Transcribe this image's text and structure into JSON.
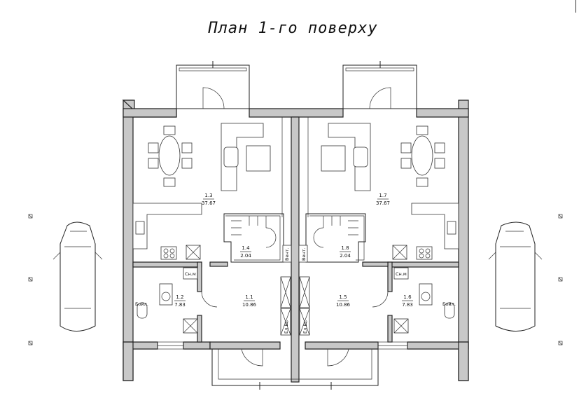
{
  "title": "План 1-го поверху",
  "rooms": {
    "r11": {
      "num": "1.1",
      "area": "10.86"
    },
    "r12": {
      "num": "1.2",
      "area": "7.83"
    },
    "r13": {
      "num": "1.3",
      "area": "37.67"
    },
    "r14": {
      "num": "1.4",
      "area": "2.04"
    },
    "r15": {
      "num": "1.5",
      "area": "10.86"
    },
    "r16": {
      "num": "1.6",
      "area": "7.83"
    },
    "r17": {
      "num": "1.7",
      "area": "37.67"
    },
    "r18": {
      "num": "1.8",
      "area": "2.04"
    }
  },
  "labels": {
    "boiler_left": "Бойл.",
    "boiler_right": "Бойл.",
    "dryer_left": "Сн.м",
    "dryer_right": "Сн.м",
    "cabinet_left": "Ел.Щ.",
    "cabinet_right": "Ел.Щ.",
    "vent_left": "Вент.",
    "vent_right": "Вент."
  }
}
